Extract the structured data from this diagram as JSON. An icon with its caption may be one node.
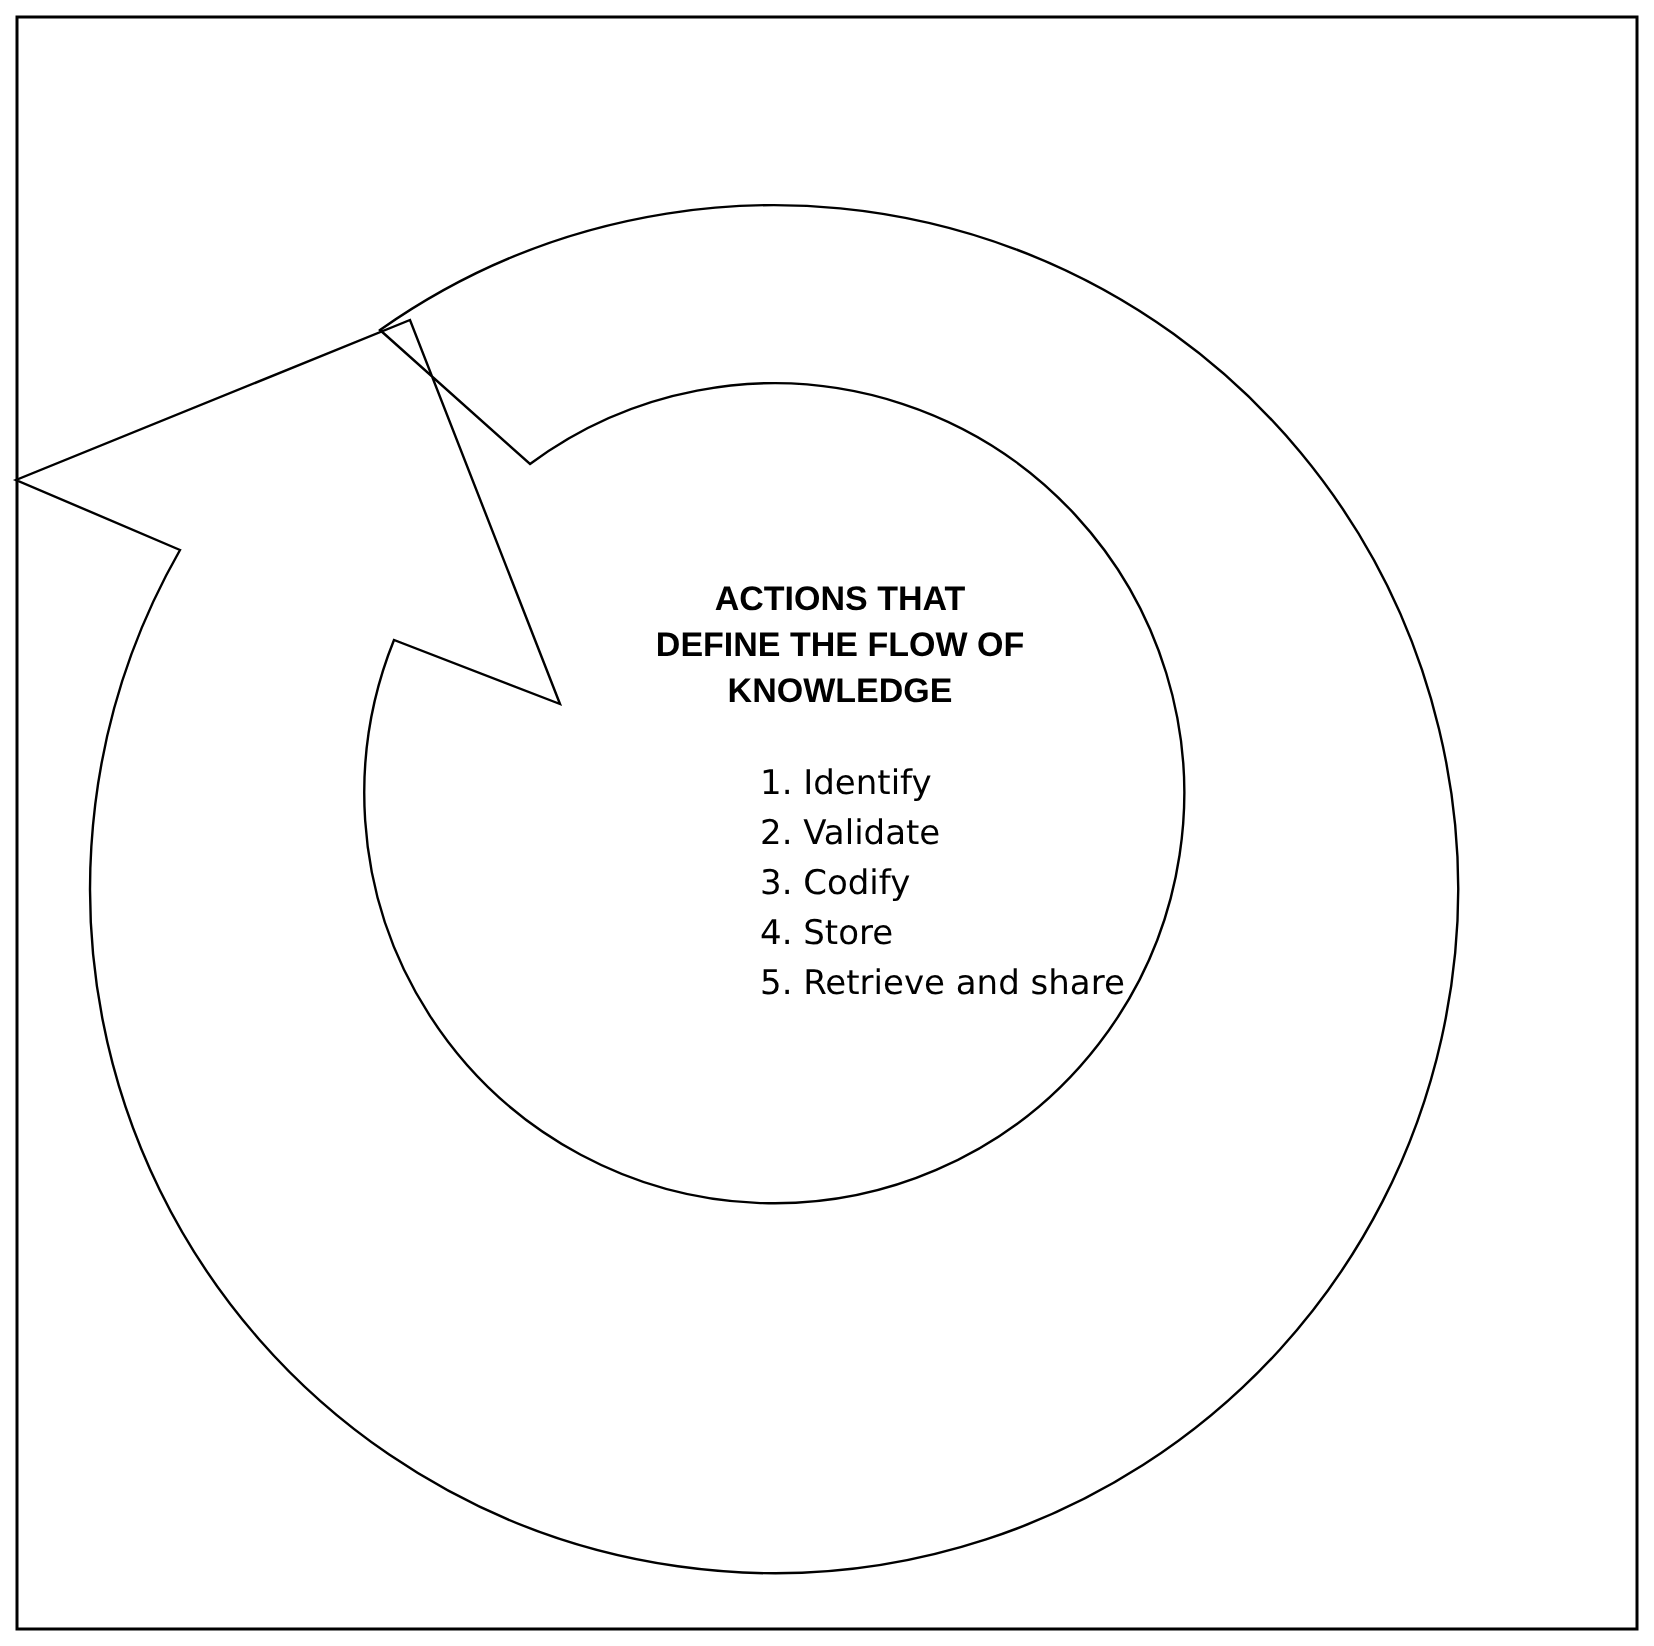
{
  "diagram": {
    "labels": [
      "ACTIONS THAT DEFINE THE FLOW OF KNOWLEDGE",
      "1. Identify",
      "2. Validate",
      "3. Codify",
      "4. Store",
      "5. Retrieve and share"
    ]
  }
}
